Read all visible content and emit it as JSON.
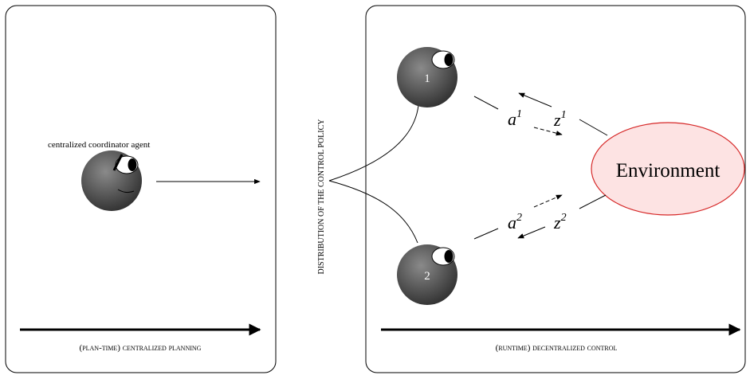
{
  "left_panel": {
    "agent_label": "centralized coordinator agent",
    "timeline_label": "(plan-time) centralized planning"
  },
  "middle": {
    "distribution_label": "DISTRIBUTION OF THE CONTROL POLICY"
  },
  "right_panel": {
    "agent_1_number": "1",
    "agent_2_number": "2",
    "action_1": {
      "base": "a",
      "sup": "1"
    },
    "observation_1": {
      "base": "z",
      "sup": "1"
    },
    "action_2": {
      "base": "a",
      "sup": "2"
    },
    "observation_2": {
      "base": "z",
      "sup": "2"
    },
    "environment_label": "Environment",
    "timeline_label": "(runtime) decentralized control"
  },
  "colors": {
    "agent_dark": "#2f2f2f",
    "agent_light": "#8a8a8a",
    "environment_fill": "#fde3e3",
    "environment_stroke": "#d62828"
  }
}
